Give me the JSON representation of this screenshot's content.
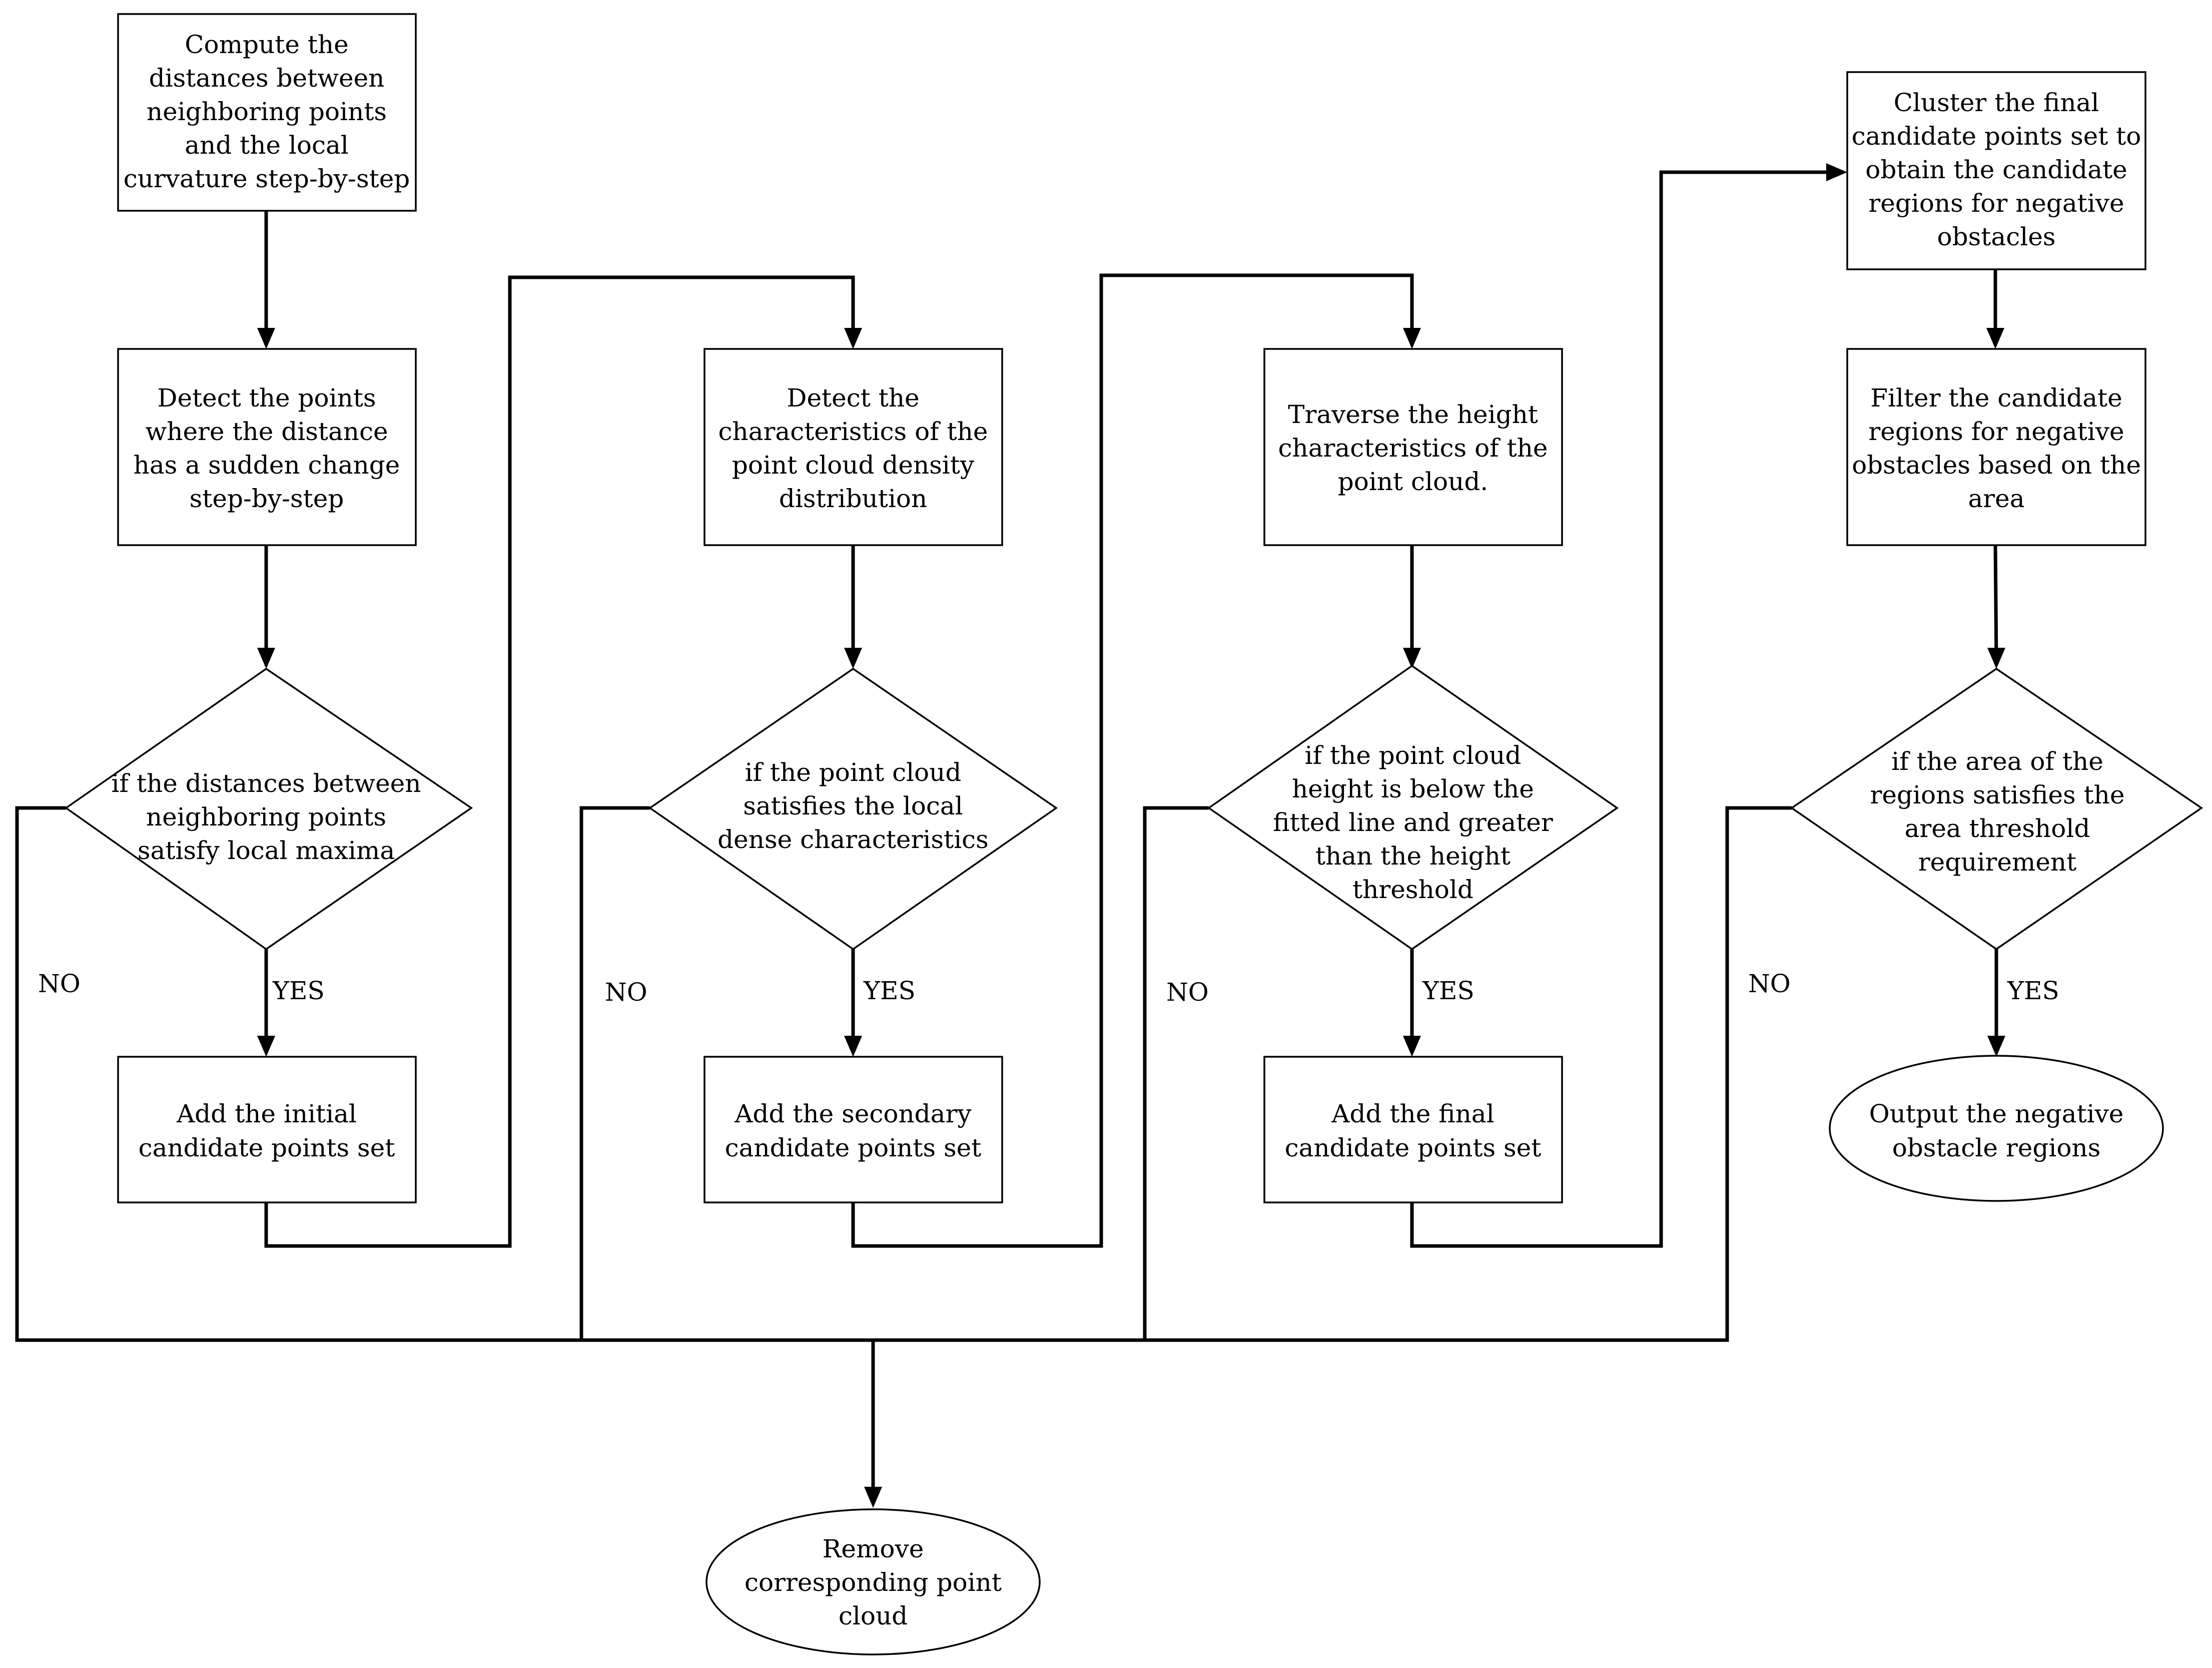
{
  "flowchart": {
    "colors": {
      "stroke": "#000000",
      "fill": "#ffffff",
      "text": "#000000"
    },
    "nodes": {
      "compute_distances": [
        "Compute the",
        "distances between",
        "neighboring points",
        "and the local",
        "curvature step-by-step"
      ],
      "detect_sudden_change": [
        "Detect the points",
        "where the distance",
        "has a sudden change",
        "step-by-step"
      ],
      "decision_local_maxima": [
        "if the distances between",
        "neighboring points",
        "satisfy local maxima"
      ],
      "add_initial_set": [
        "Add the initial",
        "candidate points set"
      ],
      "detect_density": [
        "Detect the",
        "characteristics of the",
        "point cloud density",
        "distribution"
      ],
      "decision_local_dense": [
        "if the point cloud",
        "satisfies the local",
        "dense characteristics"
      ],
      "add_secondary_set": [
        "Add the secondary",
        "candidate points set"
      ],
      "traverse_height": [
        "Traverse the height",
        "characteristics of the",
        "point cloud."
      ],
      "decision_height": [
        "if the point cloud",
        "height is below the",
        "fitted line and greater",
        "than the height",
        "threshold"
      ],
      "add_final_set": [
        "Add the final",
        "candidate points set"
      ],
      "cluster_final": [
        "Cluster the final",
        "candidate points set to",
        "obtain the candidate",
        "regions for negative",
        "obstacles"
      ],
      "filter_area": [
        "Filter the candidate",
        "regions for negative",
        "obstacles based on the",
        "area"
      ],
      "decision_area": [
        "if the area of the",
        "regions satisfies the",
        "area threshold",
        "requirement"
      ],
      "output_regions": [
        "Output the negative",
        "obstacle regions"
      ],
      "remove_cloud": [
        "Remove",
        "corresponding point",
        "cloud"
      ]
    },
    "branch_labels": {
      "yes": "YES",
      "no": "NO"
    }
  }
}
